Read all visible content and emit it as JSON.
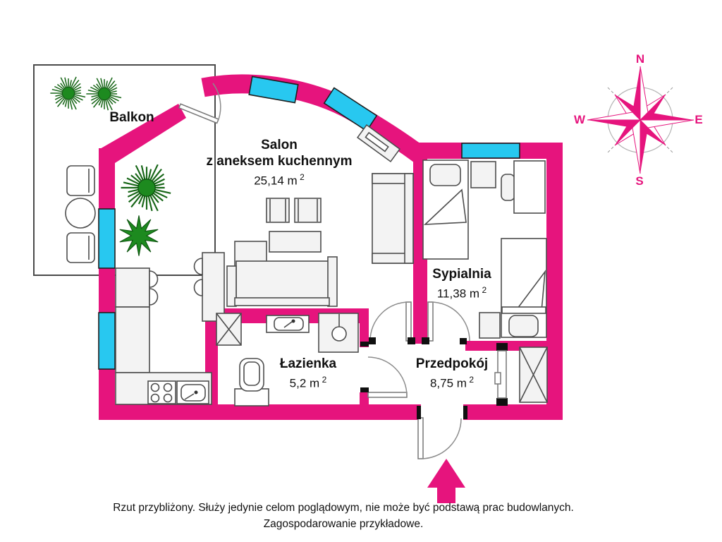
{
  "rooms": {
    "balkon": {
      "name": "Balkon"
    },
    "salon": {
      "name_line1": "Salon",
      "name_line2": "z aneksem kuchennym",
      "area": "25,14 m",
      "area_sup": "2"
    },
    "sypialnia": {
      "name": "Sypialnia",
      "area": "11,38 m",
      "area_sup": "2"
    },
    "lazienka": {
      "name": "Łazienka",
      "area": "5,2 m",
      "area_sup": "2"
    },
    "przedpokoj": {
      "name": "Przedpokój",
      "area": "8,75 m",
      "area_sup": "2"
    }
  },
  "compass": {
    "north": "N",
    "east": "E",
    "south": "S",
    "west": "W"
  },
  "footer": {
    "line1": "Rzut przybliżony. Służy jedynie celom poglądowym, nie może być podstawą prac budowlanych.",
    "line2": "Zagospodarowanie przykładowe."
  },
  "colors": {
    "wall": "#e6147d",
    "window": "#28c8f0",
    "plant_fill": "#1d8a1f",
    "plant_line": "#176617"
  }
}
